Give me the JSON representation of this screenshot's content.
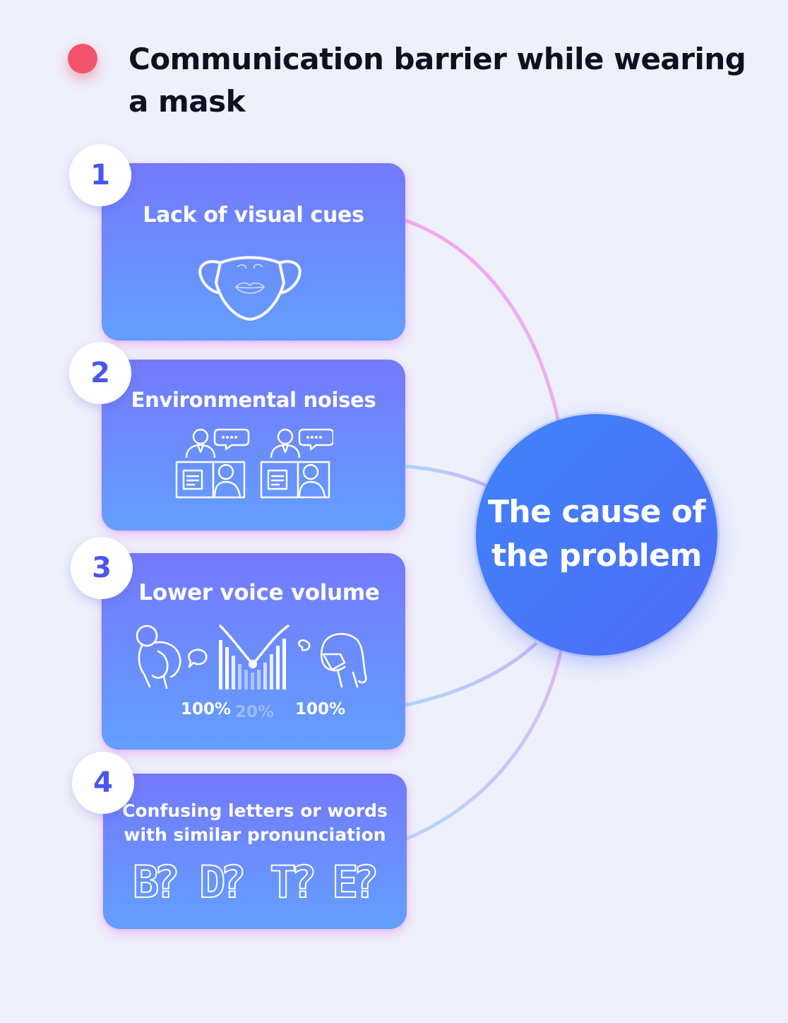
{
  "title": "Communication barrier while wearing a mask",
  "center": {
    "line1": "The cause of",
    "line2": "the problem"
  },
  "cards": [
    {
      "number": "1",
      "title": "Lack of visual cues",
      "icon": "face-mask-icon"
    },
    {
      "number": "2",
      "title": "Environmental noises",
      "icon": "office-workers-icon"
    },
    {
      "number": "3",
      "title": "Lower voice volume",
      "icon": "voice-volume-icon",
      "percentages": [
        "100%",
        "20%",
        "100%"
      ]
    },
    {
      "number": "4",
      "title_line1": "Confusing letters or words",
      "title_line2": "with similar pronunciation",
      "letters": [
        "B?",
        "D?",
        "T?",
        "E?"
      ]
    }
  ],
  "colors": {
    "accent_dot": "#f2526c",
    "badge_text": "#4a56ef",
    "card_top": "#7479fb",
    "card_bottom": "#639ffe",
    "circle": "#4a72f8"
  }
}
